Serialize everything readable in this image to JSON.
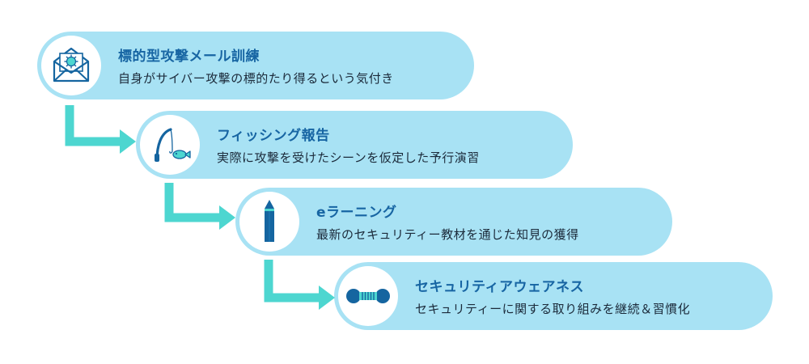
{
  "colors": {
    "box": "#a8e2f4",
    "title": "#1765a3",
    "text": "#1b2a3a",
    "arrow": "#4dd6d0",
    "icon": "#1565a0"
  },
  "steps": [
    {
      "title": "標的型攻撃メール訓練",
      "desc": "自身がサイバー攻撃の標的たり得るという気付き",
      "icon": "envelope-virus-icon"
    },
    {
      "title": "フィッシング報告",
      "desc": "実際に攻撃を受けたシーンを仮定した予行演習",
      "icon": "fishing-rod-icon"
    },
    {
      "title": "eラーニング",
      "desc": "最新のセキュリティー教材を通じた知見の獲得",
      "icon": "pencil-icon"
    },
    {
      "title": "セキュリティアウェアネス",
      "desc": "セキュリティーに関する取り組みを継続＆習慣化",
      "icon": "dumbbell-icon"
    }
  ]
}
